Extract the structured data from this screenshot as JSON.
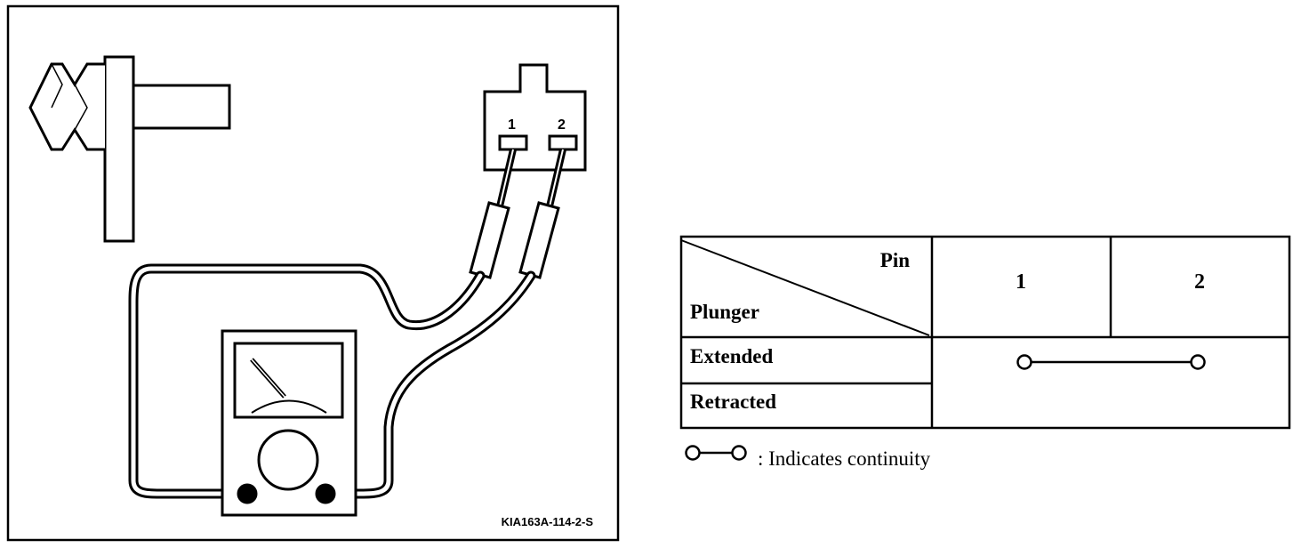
{
  "diagram": {
    "connector": {
      "pin1_label": "1",
      "pin2_label": "2"
    },
    "figure_code": "KIA163A-114-2-S"
  },
  "table": {
    "header_col": "Pin",
    "header_row": "Plunger",
    "pins": [
      "1",
      "2"
    ],
    "rows": [
      {
        "label": "Extended",
        "continuity_pins": [
          "1",
          "2"
        ]
      },
      {
        "label": "Retracted",
        "continuity_pins": []
      }
    ]
  },
  "legend": {
    "text": ": Indicates continuity"
  },
  "colors": {
    "ink": "#000000",
    "paper": "#ffffff"
  }
}
